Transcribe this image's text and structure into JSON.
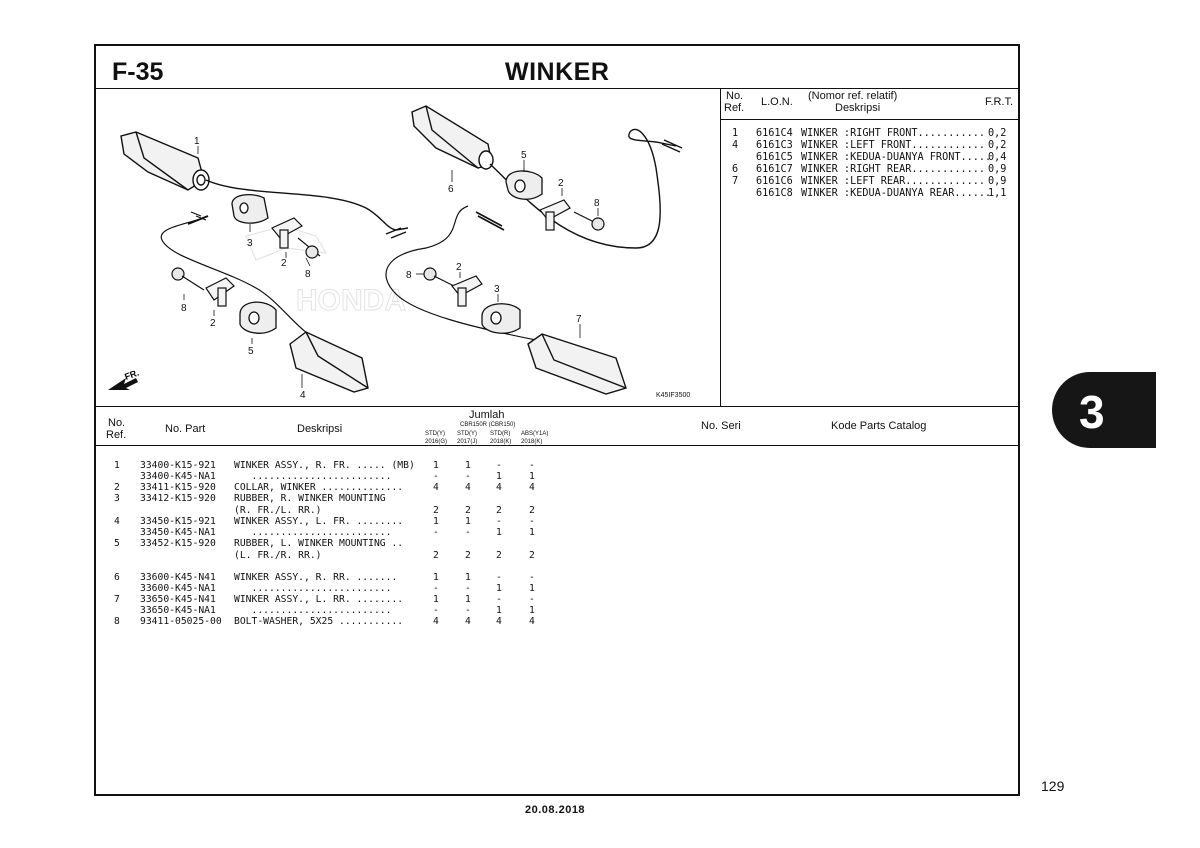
{
  "page": {
    "code": "F-35",
    "title": "WINKER",
    "chapter": "3",
    "page_number": "129",
    "date": "20.08.2018",
    "diagram_code": "K45IF3500"
  },
  "lon_table": {
    "headers": {
      "no": "No.",
      "ref": "Ref.",
      "lon": "L.O.N.",
      "desc_line1": "(Nomor ref. relatif)",
      "desc_line2": "Deskripsi",
      "frt": "F.R.T."
    },
    "rows": [
      {
        "ref": "1",
        "lon": "6161C4",
        "desc": "WINKER :RIGHT FRONT...........",
        "frt": "0,2"
      },
      {
        "ref": "4",
        "lon": "6161C3",
        "desc": "WINKER :LEFT FRONT............",
        "frt": "0,2"
      },
      {
        "ref": "",
        "lon": "6161C5",
        "desc": "WINKER :KEDUA-DUANYA FRONT.....",
        "frt": "0,4"
      },
      {
        "ref": "6",
        "lon": "6161C7",
        "desc": "WINKER :RIGHT REAR............",
        "frt": "0,9"
      },
      {
        "ref": "7",
        "lon": "6161C6",
        "desc": "WINKER :LEFT REAR.............",
        "frt": "0,9"
      },
      {
        "ref": "",
        "lon": "6161C8",
        "desc": "WINKER :KEDUA-DUANYA REAR......",
        "frt": "1,1"
      }
    ]
  },
  "parts_table": {
    "headers": {
      "no": "No.",
      "ref": "Ref.",
      "part": "No. Part",
      "desc": "Deskripsi",
      "jumlah": "Jumlah",
      "model_line": "CBR150R (CBR150)",
      "cols": [
        {
          "top": "STD(Y)",
          "bottom": "2016(G)"
        },
        {
          "top": "STD(Y)",
          "bottom": "2017(J)"
        },
        {
          "top": "STD(R)",
          "bottom": "2018(K)"
        },
        {
          "top": "ABS(Y1A)",
          "bottom": "2018(K)"
        }
      ],
      "seri": "No. Seri",
      "catalog": "Kode Parts Catalog"
    },
    "rows": [
      {
        "ref": "1",
        "part": "33400-K15-921",
        "desc": "WINKER ASSY., R. FR. ..... (MB)",
        "q": [
          "1",
          "1",
          "-",
          "-"
        ]
      },
      {
        "ref": "",
        "part": "33400-K45-NA1",
        "desc": "   ........................",
        "q": [
          "-",
          "-",
          "1",
          "1"
        ]
      },
      {
        "ref": "2",
        "part": "33411-K15-920",
        "desc": "COLLAR, WINKER ..............",
        "q": [
          "4",
          "4",
          "4",
          "4"
        ]
      },
      {
        "ref": "3",
        "part": "33412-K15-920",
        "desc": "RUBBER, R. WINKER MOUNTING",
        "q": [
          "",
          "",
          "",
          ""
        ]
      },
      {
        "ref": "",
        "part": "",
        "desc": "(R. FR./L. RR.)",
        "q": [
          "2",
          "2",
          "2",
          "2"
        ]
      },
      {
        "ref": "4",
        "part": "33450-K15-921",
        "desc": "WINKER ASSY., L. FR. ........",
        "q": [
          "1",
          "1",
          "-",
          "-"
        ]
      },
      {
        "ref": "",
        "part": "33450-K45-NA1",
        "desc": "   ........................",
        "q": [
          "-",
          "-",
          "1",
          "1"
        ]
      },
      {
        "ref": "5",
        "part": "33452-K15-920",
        "desc": "RUBBER, L. WINKER MOUNTING ..",
        "q": [
          "",
          "",
          "",
          ""
        ]
      },
      {
        "ref": "",
        "part": "",
        "desc": "(L. FR./R. RR.)",
        "q": [
          "2",
          "2",
          "2",
          "2"
        ]
      },
      {
        "ref": "6",
        "part": "33600-K45-N41",
        "desc": "WINKER ASSY., R. RR. .......",
        "q": [
          "1",
          "1",
          "-",
          "-"
        ]
      },
      {
        "ref": "",
        "part": "33600-K45-NA1",
        "desc": "   ........................",
        "q": [
          "-",
          "-",
          "1",
          "1"
        ]
      },
      {
        "ref": "7",
        "part": "33650-K45-N41",
        "desc": "WINKER ASSY., L. RR. ........",
        "q": [
          "1",
          "1",
          "-",
          "-"
        ]
      },
      {
        "ref": "",
        "part": "33650-K45-NA1",
        "desc": "   ........................",
        "q": [
          "-",
          "-",
          "1",
          "1"
        ]
      },
      {
        "ref": "8",
        "part": "93411-05025-00",
        "desc": "BOLT-WASHER, 5X25 ...........",
        "q": [
          "4",
          "4",
          "4",
          "4"
        ]
      }
    ]
  },
  "diagram": {
    "watermark": "HONDA",
    "arrow_label": "FR.",
    "callouts": [
      {
        "id": "c1",
        "label": "1"
      },
      {
        "id": "c3a",
        "label": "3"
      },
      {
        "id": "c2a",
        "label": "2"
      },
      {
        "id": "c8a",
        "label": "8"
      },
      {
        "id": "c8b",
        "label": "8"
      },
      {
        "id": "c2b",
        "label": "2"
      },
      {
        "id": "c5a",
        "label": "5"
      },
      {
        "id": "c4",
        "label": "4"
      },
      {
        "id": "c6",
        "label": "6"
      },
      {
        "id": "c5b",
        "label": "5"
      },
      {
        "id": "c2c",
        "label": "2"
      },
      {
        "id": "c8c",
        "label": "8"
      },
      {
        "id": "c8d",
        "label": "8"
      },
      {
        "id": "c2d",
        "label": "2"
      },
      {
        "id": "c3b",
        "label": "3"
      },
      {
        "id": "c7",
        "label": "7"
      }
    ]
  }
}
